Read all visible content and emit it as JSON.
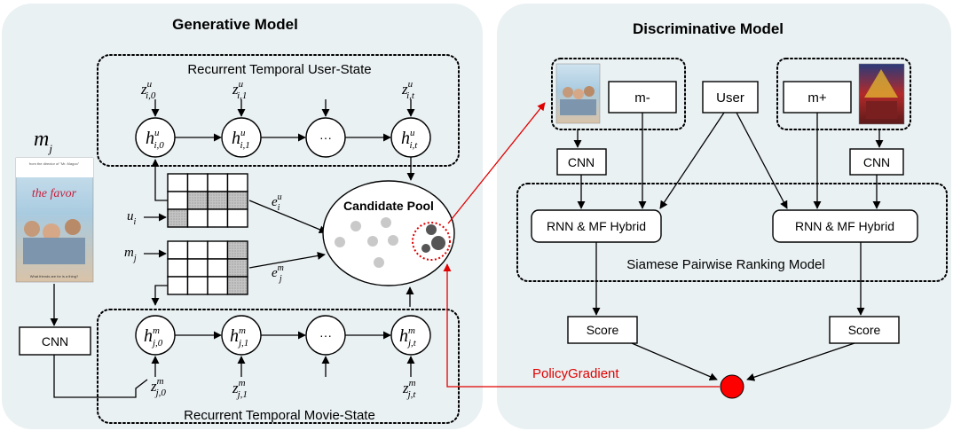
{
  "titles": {
    "generative": "Generative Model",
    "discriminative": "Discriminative Model"
  },
  "generative": {
    "user_state_label": "Recurrent Temporal User-State",
    "movie_state_label": "Recurrent Temporal Movie-State",
    "movie_symbol": "m",
    "movie_symbol_sub": "j",
    "cnn_label": "CNN",
    "ellipsis": "···",
    "user_input": {
      "base": "u",
      "sub": "i"
    },
    "movie_input": {
      "base": "m",
      "sub": "j"
    },
    "user_embedding": {
      "base": "e",
      "sup": "u",
      "sub": "i"
    },
    "movie_embedding": {
      "base": "e",
      "sup": "m",
      "sub": "j"
    },
    "user_hidden": [
      {
        "base": "h",
        "sup": "u",
        "sub": "i,0"
      },
      {
        "base": "h",
        "sup": "u",
        "sub": "i,1"
      },
      {
        "base": "h",
        "sup": "u",
        "sub": "i,t"
      }
    ],
    "user_noise": [
      {
        "base": "z",
        "sup": "u",
        "sub": "i,0"
      },
      {
        "base": "z",
        "sup": "u",
        "sub": "i,1"
      },
      {
        "base": "z",
        "sup": "u",
        "sub": "i,t"
      }
    ],
    "movie_hidden": [
      {
        "base": "h",
        "sup": "m",
        "sub": "j,0"
      },
      {
        "base": "h",
        "sup": "m",
        "sub": "j,1"
      },
      {
        "base": "h",
        "sup": "m",
        "sub": "j,t"
      }
    ],
    "movie_noise": [
      {
        "base": "z",
        "sup": "m",
        "sub": "j,0"
      },
      {
        "base": "z",
        "sup": "m",
        "sub": "j,1"
      },
      {
        "base": "z",
        "sup": "m",
        "sub": "j,t"
      }
    ],
    "candidate_pool_label": "Candidate Pool",
    "poster": {
      "top_text": "from the director of \"Mr. Magoo\"",
      "title": "the favor",
      "tagline": "What friends are for is a thing?"
    }
  },
  "discriminative": {
    "m_minus": "m-",
    "m_plus": "m+",
    "user": "User",
    "cnn_left": "CNN",
    "cnn_right": "CNN",
    "hybrid_left": "RNN & MF Hybrid",
    "hybrid_right": "RNN & MF Hybrid",
    "siamese_label": "Siamese Pairwise Ranking Model",
    "score_left": "Score",
    "score_right": "Score"
  },
  "policy_gradient_label": "PolicyGradient",
  "colors": {
    "panel_bg": "#eaf1f3",
    "policy_red": "#e00000",
    "output_node": "#ff0000",
    "pool_gray": "#c9c9c9",
    "pool_dark": "#555555",
    "cell_shade": "#b5b5b5"
  }
}
